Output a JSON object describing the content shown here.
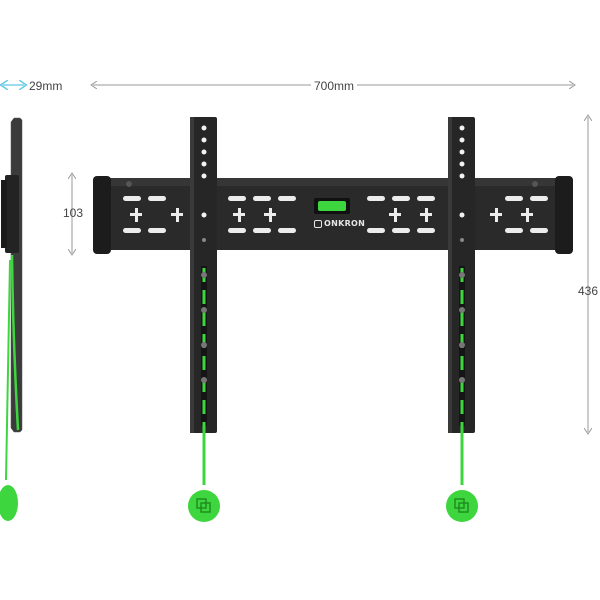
{
  "dimensions": {
    "depth": "29mm",
    "width": "700mm",
    "bracket_height": "103",
    "total_height": "436"
  },
  "brand": {
    "name": "ONKRON",
    "logo_icon": "onkron-logo-icon"
  },
  "colors": {
    "accent_green": "#3ed63e",
    "bracket_black": "#2a2a2a",
    "dimension_line": "#999999",
    "depth_arrow": "#5ec8e6"
  }
}
